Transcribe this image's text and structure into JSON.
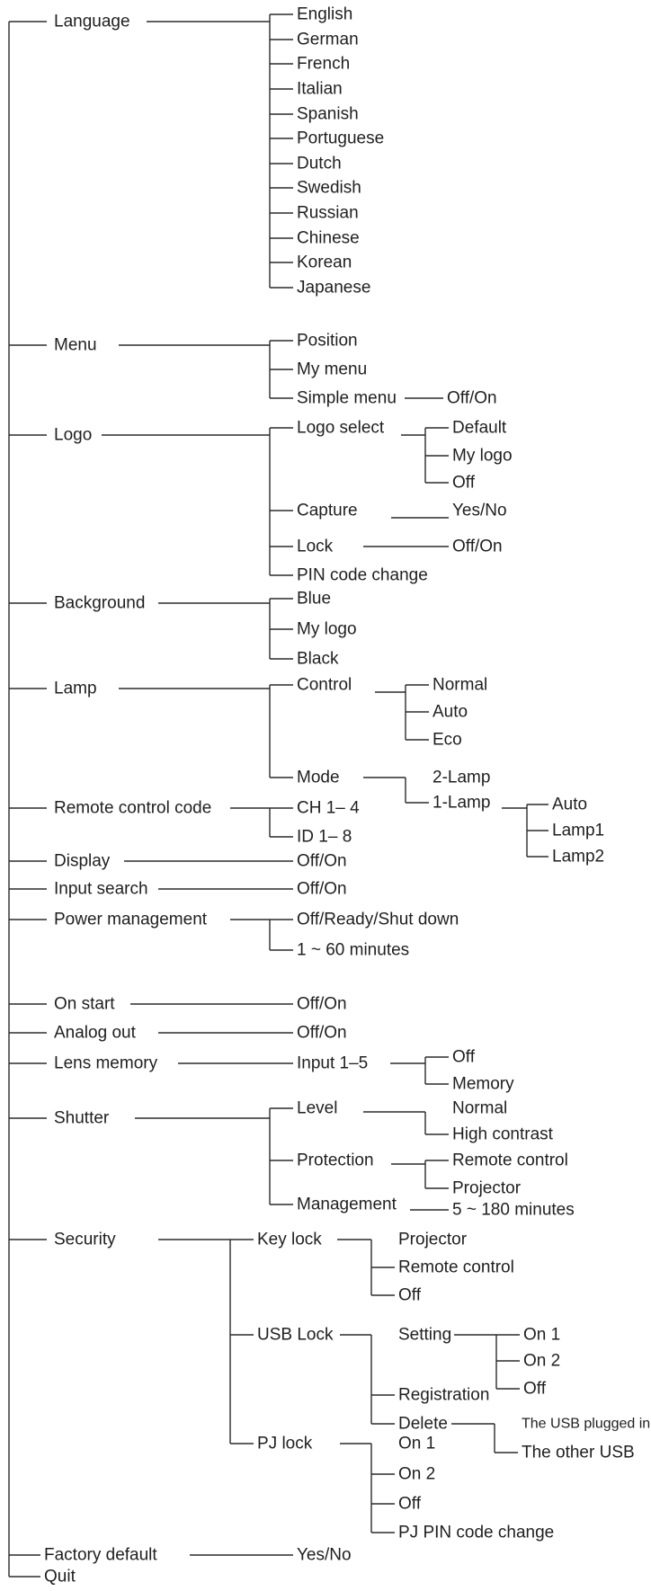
{
  "menu": {
    "language": {
      "label": "Language",
      "options": [
        "English",
        "German",
        "French",
        "Italian",
        "Spanish",
        "Portuguese",
        "Dutch",
        "Swedish",
        "Russian",
        "Chinese",
        "Korean",
        "Japanese"
      ]
    },
    "menu": {
      "label": "Menu",
      "position": "Position",
      "my_menu": "My menu",
      "simple_menu": "Simple menu",
      "simple_menu_value": "Off/On"
    },
    "logo": {
      "label": "Logo",
      "logo_select": "Logo select",
      "logo_select_options": [
        "Default",
        "My logo",
        "Off"
      ],
      "capture": "Capture",
      "capture_value": "Yes/No",
      "lock": "Lock",
      "lock_value": "Off/On",
      "pin_code_change": "PIN code change"
    },
    "background": {
      "label": "Background",
      "options": [
        "Blue",
        "My logo",
        "Black"
      ]
    },
    "lamp": {
      "label": "Lamp",
      "control": "Control",
      "control_options": [
        "Normal",
        "Auto",
        "Eco"
      ],
      "mode": "Mode",
      "mode_options": [
        "2-Lamp",
        "1-Lamp"
      ],
      "one_lamp_options": [
        "Auto",
        "Lamp1",
        "Lamp2"
      ]
    },
    "remote_control_code": {
      "label": "Remote control code",
      "options": [
        "CH 1– 4",
        "ID 1– 8"
      ]
    },
    "display": {
      "label": "Display",
      "value": "Off/On"
    },
    "input_search": {
      "label": "Input search",
      "value": "Off/On"
    },
    "power_management": {
      "label": "Power management",
      "options": [
        "Off/Ready/Shut down",
        "1 ~ 60 minutes"
      ]
    },
    "on_start": {
      "label": "On start",
      "value": "Off/On"
    },
    "analog_out": {
      "label": "Analog out",
      "value": "Off/On"
    },
    "lens_memory": {
      "label": "Lens memory",
      "input": "Input 1–5",
      "input_options": [
        "Off",
        "Memory"
      ]
    },
    "shutter": {
      "label": "Shutter",
      "level": "Level",
      "level_options": [
        "Normal",
        "High contrast"
      ],
      "protection": "Protection",
      "protection_options": [
        "Remote control",
        "Projector"
      ],
      "management": "Management",
      "management_value": "5 ~ 180 minutes"
    },
    "security": {
      "label": "Security",
      "key_lock": "Key lock",
      "key_lock_options": [
        "Projector",
        "Remote control",
        "Off"
      ],
      "usb_lock": "USB Lock",
      "setting": "Setting",
      "setting_options": [
        "On 1",
        "On 2",
        "Off"
      ],
      "registration": "Registration",
      "delete": "Delete",
      "delete_options": [
        "The USB plugged in",
        "The other USB"
      ],
      "pj_lock": "PJ lock",
      "pj_lock_options": [
        "On 1",
        "On 2",
        "Off",
        "PJ PIN code change"
      ]
    },
    "factory_default": {
      "label": "Factory default",
      "value": "Yes/No"
    },
    "quit": {
      "label": "Quit"
    }
  }
}
